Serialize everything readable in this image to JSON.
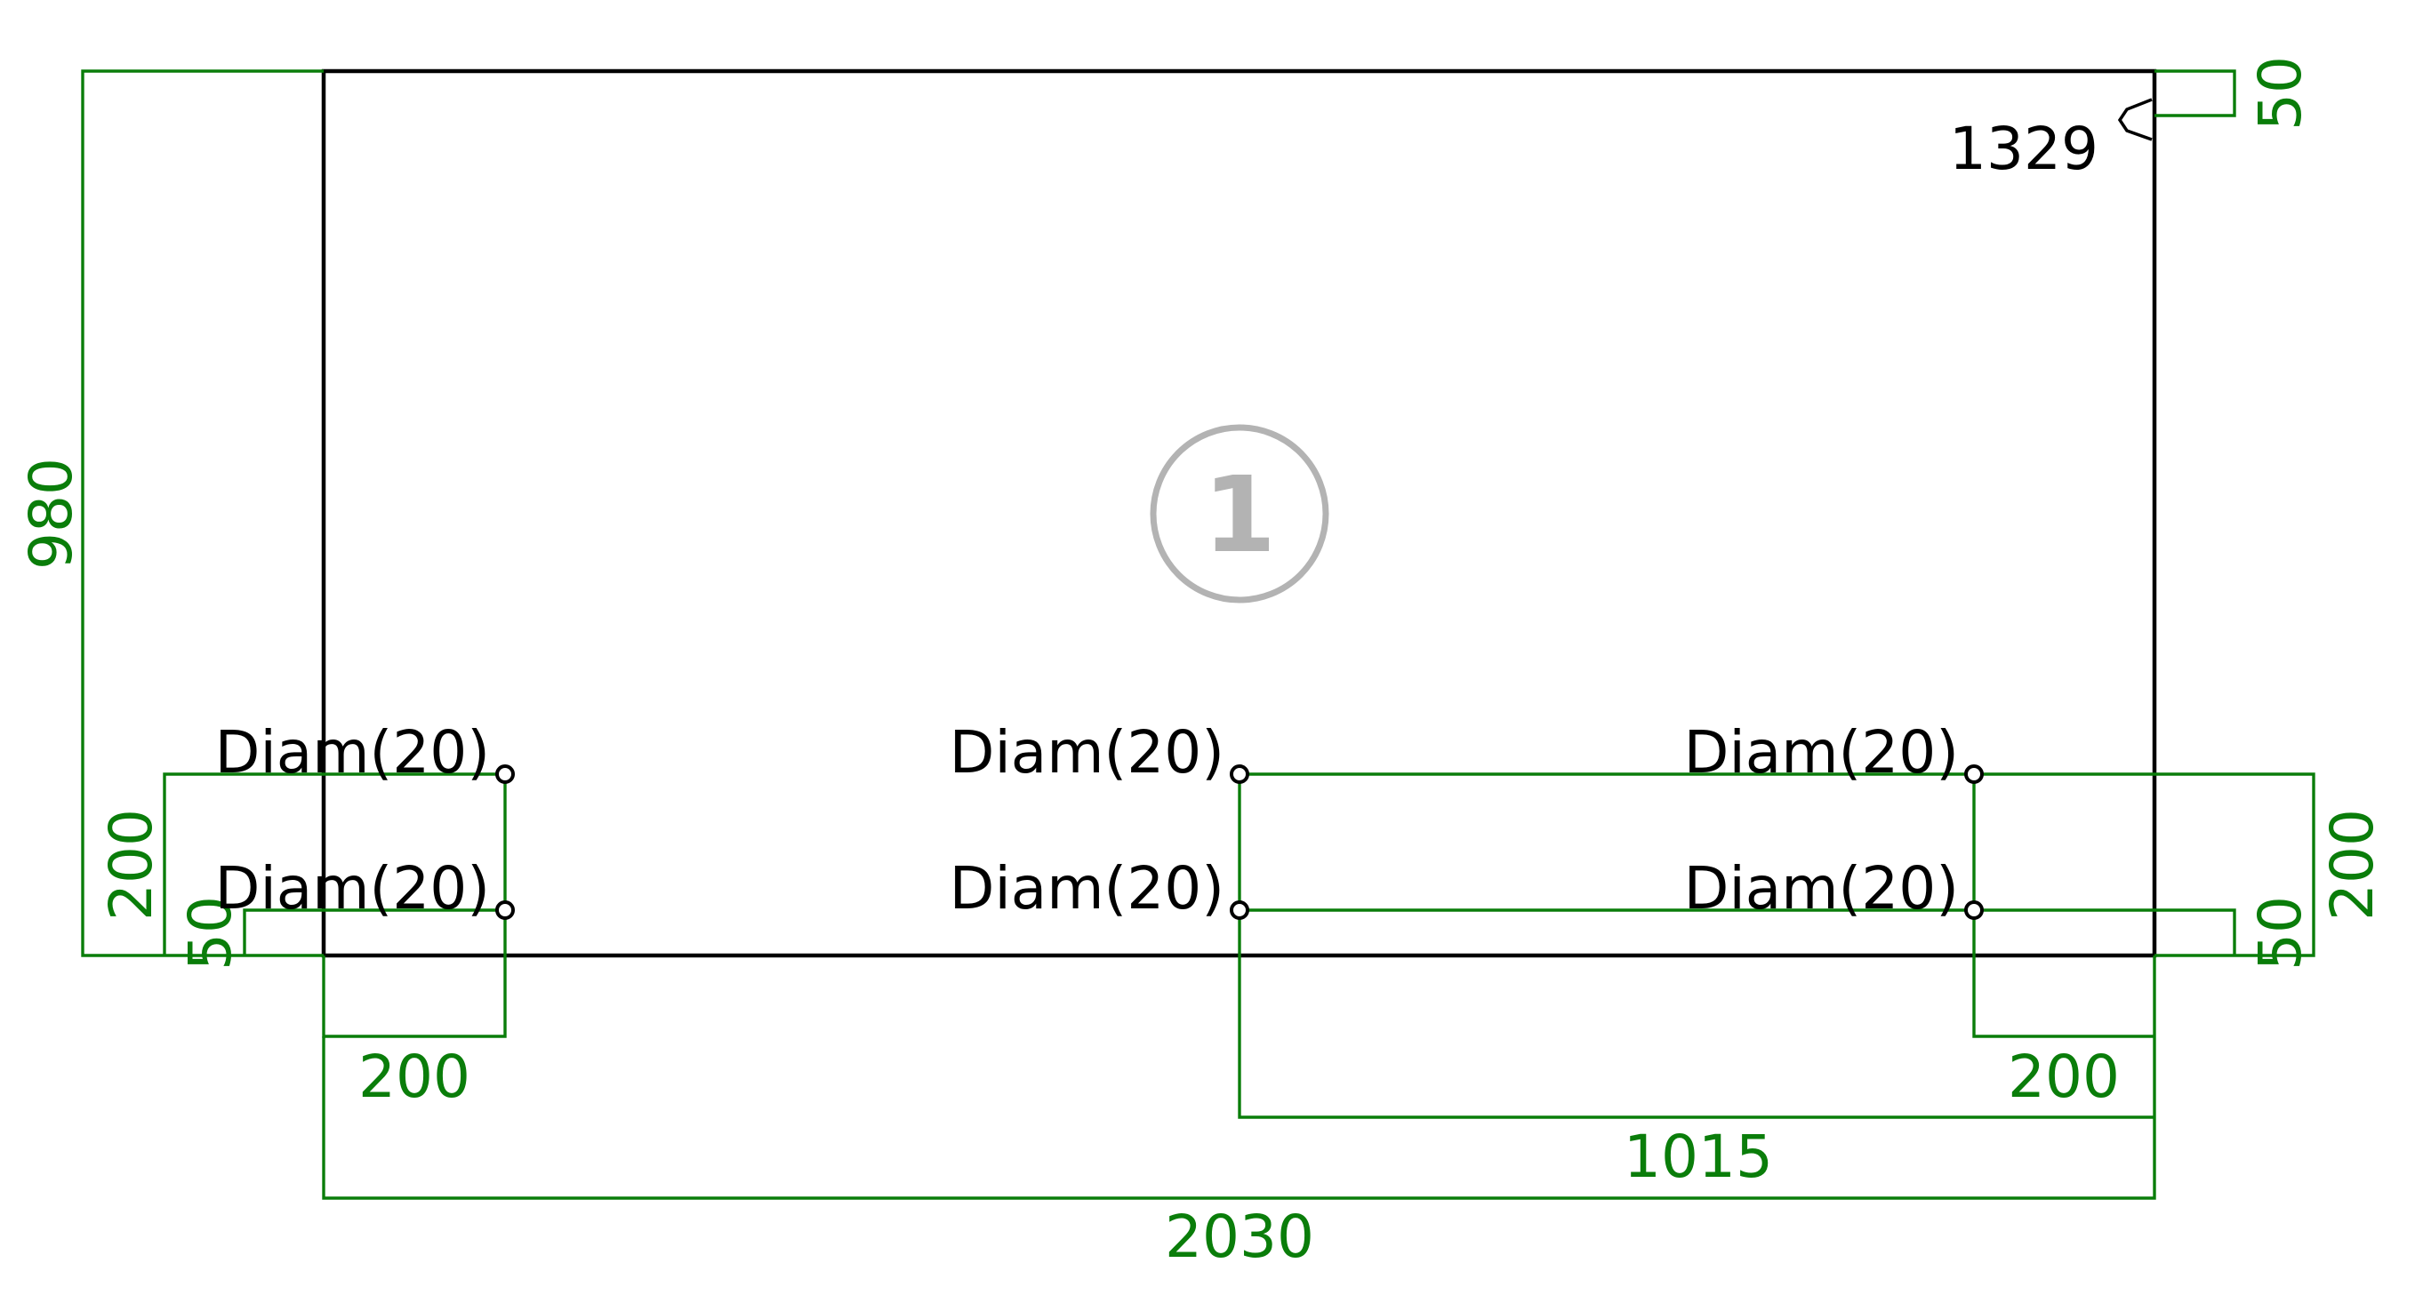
{
  "panel": {
    "part_number": "1",
    "grain_label": "1329"
  },
  "holes": [
    {
      "id": "h1",
      "label": "Diam(20)"
    },
    {
      "id": "h2",
      "label": "Diam(20)"
    },
    {
      "id": "h3",
      "label": "Diam(20)"
    },
    {
      "id": "h4",
      "label": "Diam(20)"
    },
    {
      "id": "h5",
      "label": "Diam(20)"
    },
    {
      "id": "h6",
      "label": "Diam(20)"
    }
  ],
  "dimensions": {
    "overall_width": "2030",
    "overall_height": "980",
    "center_offset": "1015",
    "left_hole_x": "200",
    "right_hole_x": "200",
    "left_upper_hole_y": "200",
    "left_lower_hole_y": "50",
    "right_upper_hole_y": "200",
    "right_lower_hole_y": "50",
    "top_edge_offset": "50"
  },
  "colors": {
    "dimension": "#0a7d0a",
    "outline": "#000000",
    "part_marker": "#b3b3b3"
  }
}
